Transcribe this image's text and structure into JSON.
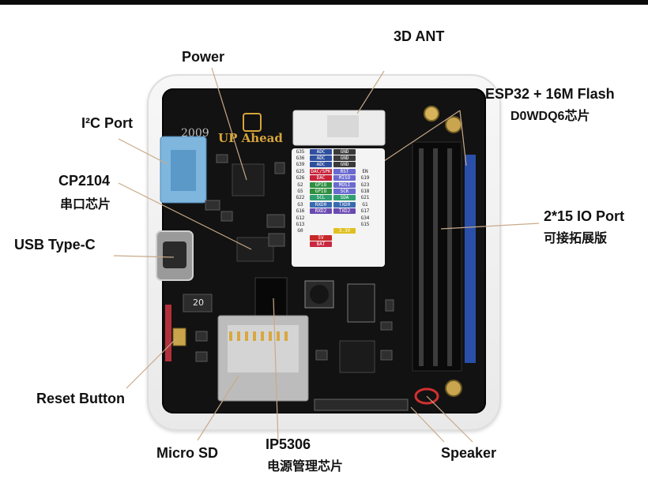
{
  "callouts": {
    "ant": "3D ANT",
    "power": "Power",
    "esp32": "ESP32 + 16M Flash",
    "esp32_sub": "D0WDQ6芯片",
    "i2c": "I²C Port",
    "cp2104": "CP2104",
    "cp2104_sub": "串口芯片",
    "usb": "USB Type-C",
    "io": "2*15 IO Port",
    "io_sub": "可接拓展版",
    "reset": "Reset Button",
    "microsd": "Micro SD",
    "ip5306": "IP5306",
    "ip5306_sub": "电源管理芯片",
    "speaker": "Speaker"
  },
  "board": {
    "year": "2009",
    "brand": "UP Ahead",
    "chip_label": "20"
  },
  "pin_reference": [
    [
      "G35",
      "ADC",
      "GND",
      ""
    ],
    [
      "G36",
      "ADC",
      "GND",
      ""
    ],
    [
      "G39",
      "ADC",
      "GND",
      ""
    ],
    [
      "G25",
      "DAC/SPK",
      "RST",
      "EN"
    ],
    [
      "G26",
      "DAC",
      "MISO",
      "G19"
    ],
    [
      "G2",
      "GPIO",
      "MOSI",
      "G23"
    ],
    [
      "G5",
      "GPIO",
      "SCK",
      "G18"
    ],
    [
      "G22",
      "SCL",
      "SDA",
      "G21"
    ],
    [
      "G3",
      "RXD0",
      "TXD0",
      "G1"
    ],
    [
      "G16",
      "RXD2",
      "TXD2",
      "G17"
    ],
    [
      "G12",
      "",
      "",
      "G34"
    ],
    [
      "G13",
      "",
      "",
      "G15"
    ],
    [
      "G0",
      "",
      "3.3V",
      ""
    ],
    [
      "",
      "5V",
      "",
      ""
    ],
    [
      "",
      "BAT",
      "",
      ""
    ]
  ],
  "pin_colors": {
    "adc": "#2f4f9f",
    "gnd": "#3a3a3a",
    "dac": "#c8233a",
    "spi": "#6a6ad0",
    "gpio": "#2f8f3f",
    "i2c": "#2f9f6f",
    "uart0": "#3a6ab0",
    "uart2": "#6a4ab0",
    "pwr33": "#e0c020",
    "pwr5": "#c82828",
    "bat": "#c82840"
  }
}
